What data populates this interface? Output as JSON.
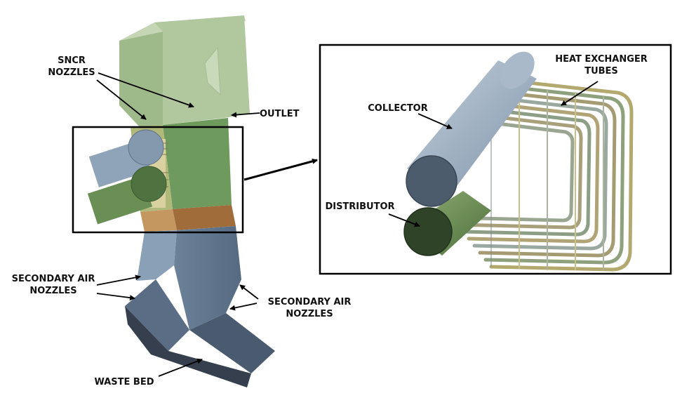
{
  "labels": {
    "sncr_nozzles": [
      "SNCR",
      "NOZZLES"
    ],
    "outlet": "OUTLET",
    "secondary_air_left": [
      "SECONDARY AIR",
      "NOZZLES"
    ],
    "secondary_air_right": [
      "SECONDARY AIR",
      "NOZZLES"
    ],
    "waste_bed": "WASTE BED",
    "heat_exchanger_tubes": [
      "HEAT EXCHANGER",
      "TUBES"
    ],
    "collector": "COLLECTOR",
    "distributor": "DISTRIBUTOR"
  },
  "colors": {
    "upper_green": "#a3bd8f",
    "mid_green": "#6f9a5e",
    "brown_band": "#a06c3a",
    "lower_blue": "#6a7f96",
    "bed_dark": "#3d4a5c",
    "collector_blue": "#8fa4b8",
    "distributor_green": "#5d8048",
    "frame": "#000000"
  }
}
